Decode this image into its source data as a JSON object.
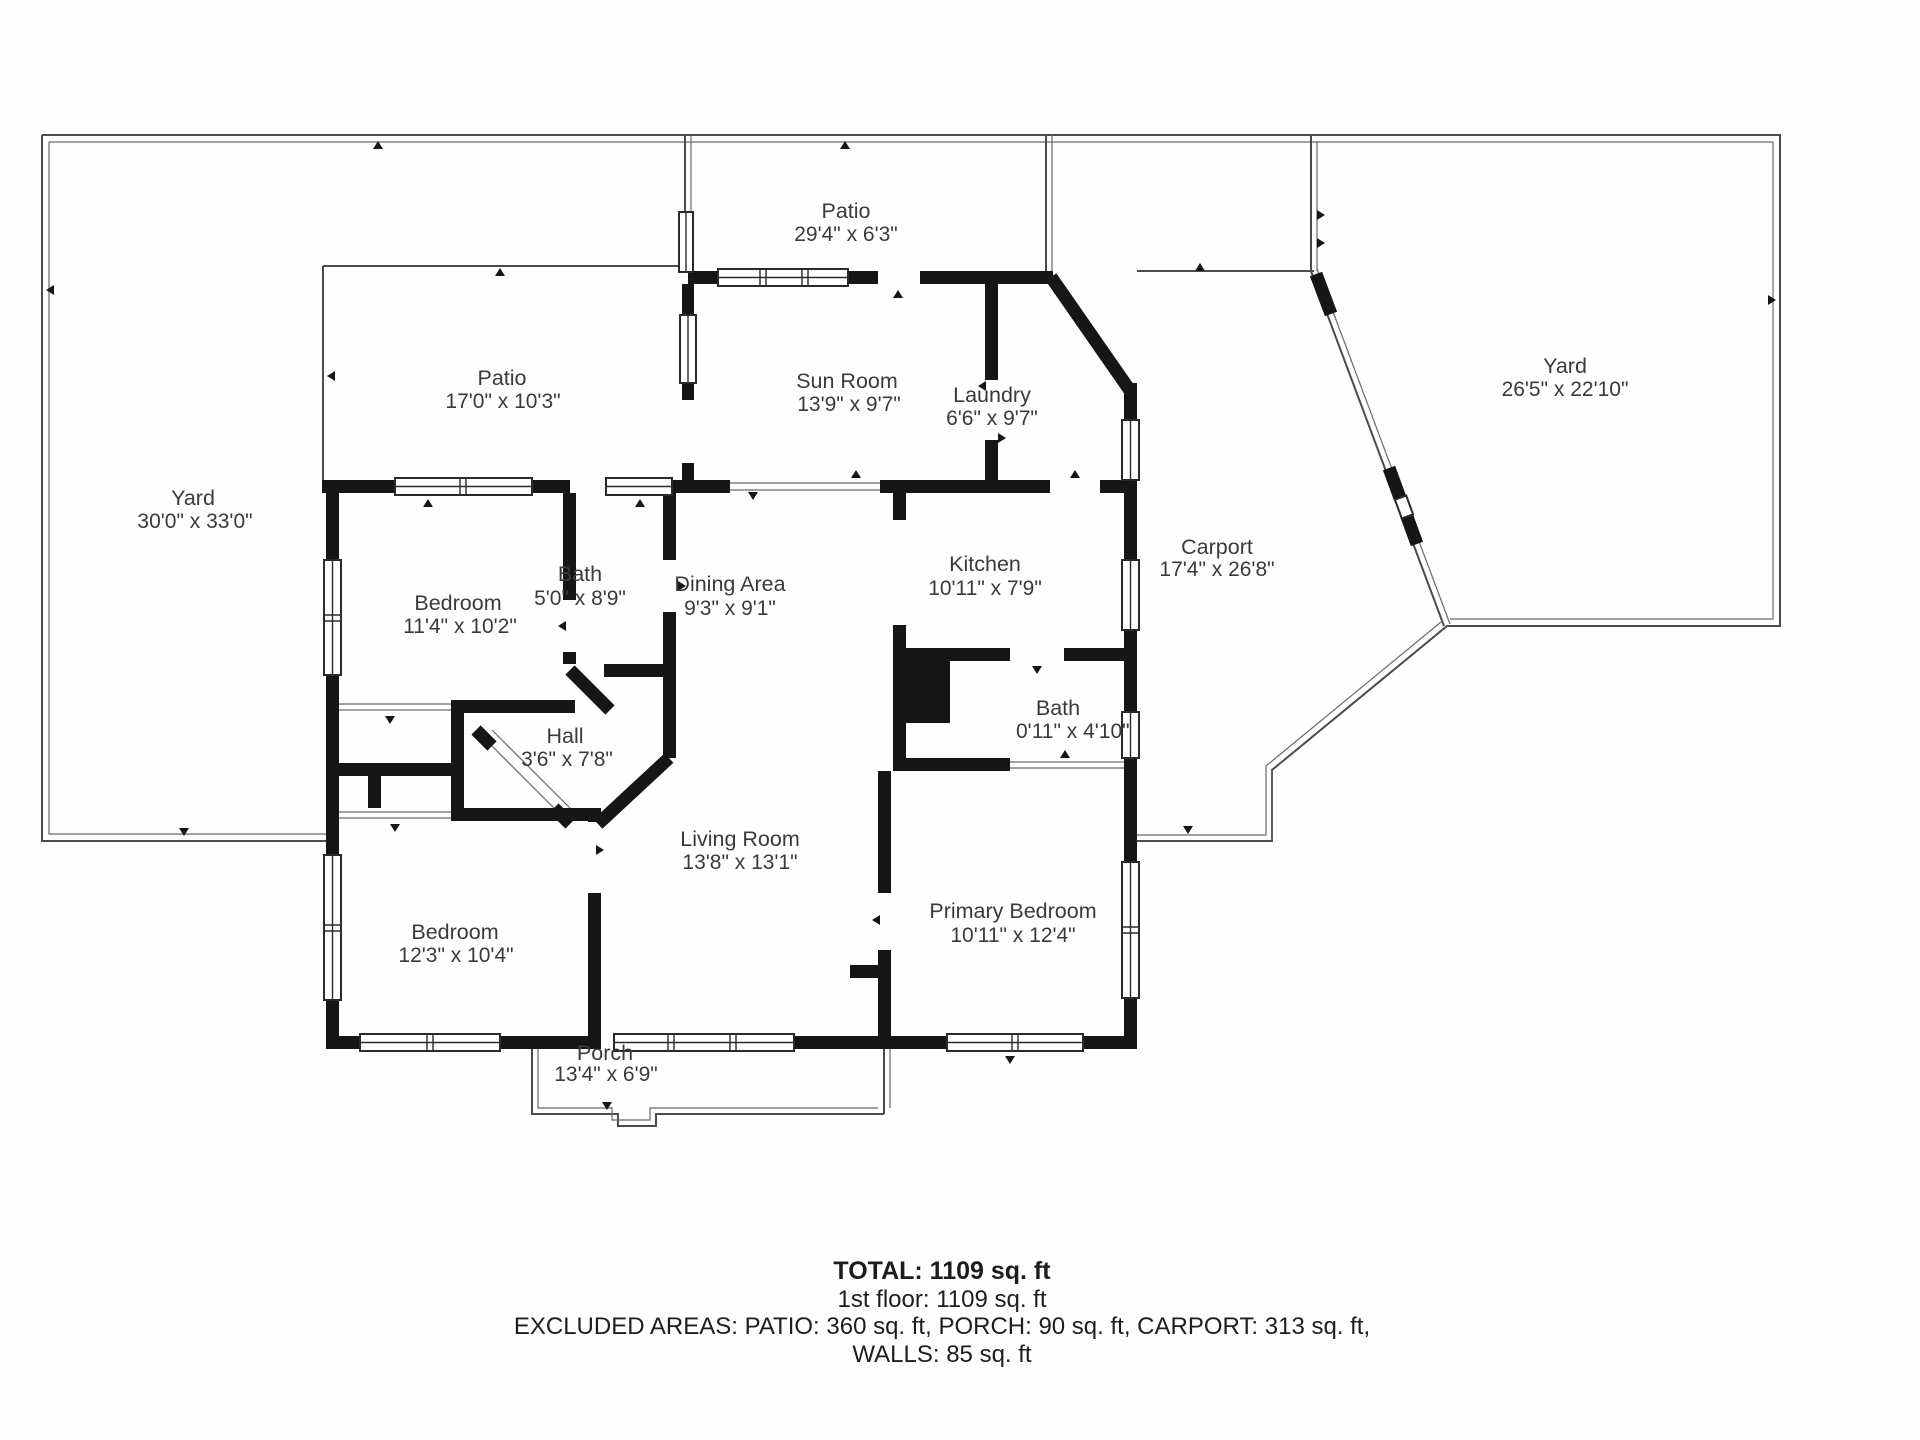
{
  "floor_plan": {
    "rooms": [
      {
        "id": "patio-top",
        "name": "Patio",
        "dims": "29'4\" x 6'3\""
      },
      {
        "id": "yard-right",
        "name": "Yard",
        "dims": "26'5\" x 22'10\""
      },
      {
        "id": "patio-left",
        "name": "Patio",
        "dims": "17'0\" x 10'3\""
      },
      {
        "id": "sun-room",
        "name": "Sun Room",
        "dims": "13'9\" x 9'7\""
      },
      {
        "id": "laundry",
        "name": "Laundry",
        "dims": "6'6\" x 9'7\""
      },
      {
        "id": "yard-left",
        "name": "Yard",
        "dims": "30'0\" x 33'0\""
      },
      {
        "id": "bedroom-upper",
        "name": "Bedroom",
        "dims": "11'4\" x 10'2\""
      },
      {
        "id": "bath-upper",
        "name": "Bath",
        "dims": "5'0\" x 8'9\""
      },
      {
        "id": "dining-area",
        "name": "Dining Area",
        "dims": "9'3\" x 9'1\""
      },
      {
        "id": "kitchen",
        "name": "Kitchen",
        "dims": "10'11\" x 7'9\""
      },
      {
        "id": "carport",
        "name": "Carport",
        "dims": "17'4\" x 26'8\""
      },
      {
        "id": "bath-lower",
        "name": "Bath",
        "dims": "0'11\" x 4'10\""
      },
      {
        "id": "hall",
        "name": "Hall",
        "dims": "3'6\" x 7'8\""
      },
      {
        "id": "living-room",
        "name": "Living Room",
        "dims": "13'8\" x 13'1\""
      },
      {
        "id": "bedroom-lower",
        "name": "Bedroom",
        "dims": "12'3\" x 10'4\""
      },
      {
        "id": "primary-bedroom",
        "name": "Primary Bedroom",
        "dims": "10'11\" x 12'4\""
      },
      {
        "id": "porch",
        "name": "Porch",
        "dims": "13'4\" x 6'9\""
      }
    ],
    "summary": {
      "total": "TOTAL: 1109 sq. ft",
      "first_floor": "1st floor: 1109 sq. ft",
      "excluded": "EXCLUDED AREAS: PATIO: 360 sq. ft, PORCH: 90 sq. ft, CARPORT: 313 sq. ft,",
      "walls": "WALLS: 85 sq. ft"
    },
    "colors": {
      "wall": "#161616",
      "boundary_line": "#4c4c4c",
      "label_text": "#3a3a3a",
      "background": "#ffffff"
    }
  }
}
